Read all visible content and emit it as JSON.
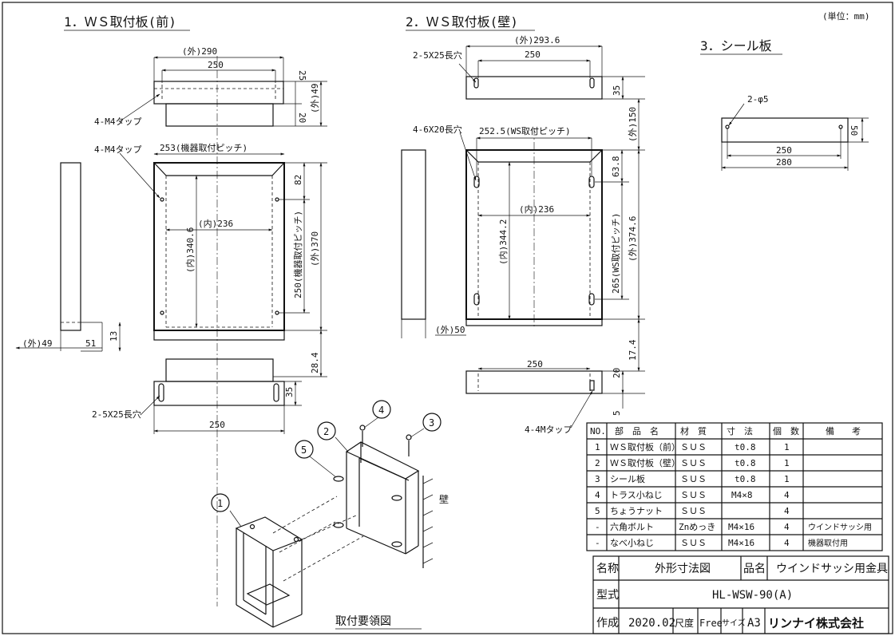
{
  "unit_note": "(単位：mm)",
  "sections": {
    "front": "1．ＷＳ取付板(前)",
    "wall": "2．ＷＳ取付板(壁)",
    "seal": "3．シール板"
  },
  "assembly_caption": "取付要領図",
  "wall_label": "壁",
  "front_dims": {
    "outer_290": "(外)290",
    "w250_top": "250",
    "d25": "25",
    "tap_top": "4-M4タップ",
    "d20": "20",
    "outer_49_right": "(外)49",
    "tap_mid": "4-M4タップ",
    "pitch253": "253(機器取付ピッチ)",
    "d82": "82",
    "inner236": "(内)236",
    "inner340": "(内)340.6",
    "pitch250v": "250(機器取付ピッチ)",
    "outer370": "(外)370",
    "outer49_left": "(外)49",
    "d51": "51",
    "d13": "13",
    "d28": "28.4",
    "d35": "35",
    "slot": "2-5X25長穴",
    "w250_bot": "250"
  },
  "wall_dims": {
    "slot": "2-5X25長穴",
    "outer293": "(外)293.6",
    "w250_top": "250",
    "d35": "35",
    "outer150": "(外)150",
    "slot_side": "4-6X20長穴",
    "pitch252": "252.5(WS取付ピッチ)",
    "d63": "63.8",
    "inner236": "(内)236",
    "inner344": "(内)344.2",
    "pitch265": "265(WS取付ピッチ)",
    "outer374": "(外)374.6",
    "outer50": "(外)50",
    "d17": "17.4",
    "w250_bot": "250",
    "d20": "20",
    "d5": "5",
    "tap": "4-4Mタップ"
  },
  "seal_dims": {
    "holes": "2-φ5",
    "d50": "50",
    "w250": "250",
    "w280": "280"
  },
  "balloons": [
    "1",
    "2",
    "3",
    "4",
    "5"
  ],
  "parts_table": {
    "headers": [
      "NO.",
      "部　品　名",
      "材　質",
      "寸　法",
      "個　数",
      "備　　考"
    ],
    "rows": [
      [
        "1",
        "ＷＳ取付板（前）",
        "ＳＵＳ",
        "t0.8",
        "1",
        ""
      ],
      [
        "2",
        "ＷＳ取付板（壁）",
        "ＳＵＳ",
        "t0.8",
        "1",
        ""
      ],
      [
        "3",
        "シール板",
        "ＳＵＳ",
        "t0.8",
        "1",
        ""
      ],
      [
        "4",
        "トラス小ねじ",
        "ＳＵＳ",
        "M4×8",
        "4",
        ""
      ],
      [
        "5",
        "ちょうナット",
        "ＳＵＳ",
        "",
        "4",
        ""
      ],
      [
        "-",
        "六角ボルト",
        "Znめっき",
        "M4×16",
        "4",
        "ウインドサッシ用"
      ],
      [
        "-",
        "なべ小ねじ",
        "ＳＵＳ",
        "M4×16",
        "4",
        "機器取付用"
      ]
    ]
  },
  "title_block": {
    "name_label": "名称",
    "name_value": "外形寸法図",
    "product_label": "品名",
    "product_value": "ウインドサッシ用金具",
    "model_label": "型式",
    "model_value": "HL-WSW-90(A)",
    "created_label": "作成",
    "created_value": "2020.02",
    "scale_label": "尺度",
    "scale_value": "Free",
    "size_label": "サイズ",
    "size_value": "A3",
    "company": "リンナイ株式会社"
  }
}
